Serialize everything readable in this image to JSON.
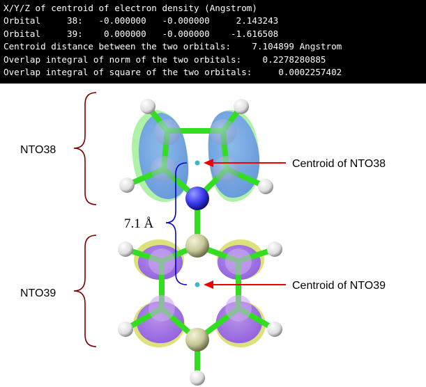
{
  "terminal": {
    "lines": [
      "X/Y/Z of centroid of electron density (Angstrom)",
      "Orbital     38:   -0.000000   -0.000000     2.143243",
      "Orbital     39:    0.000000   -0.000000    -1.616508",
      "Centroid distance between the two orbitals:    7.104899 Angstrom",
      "Overlap integral of norm of the two orbitals:    0.2278280885",
      "Overlap integral of square of the two orbitals:     0.0002257402"
    ]
  },
  "labels": {
    "nto38": "NTO38",
    "nto39": "NTO39",
    "distance": "7.1 Å",
    "centroid38": "Centroid of NTO38",
    "centroid39": "Centroid of NTO39"
  },
  "colors": {
    "bond": "#33dd22",
    "hydrogen": "#f2f2f2",
    "nitrogen": "#3a3aee",
    "carbon": "#c8c89a",
    "nto38_lobe_blue": "#7aaef0",
    "nto38_lobe_green": "#a6ef9c",
    "nto39_lobe_purple": "#a070ee",
    "nto39_lobe_yellow": "#d8e070",
    "centroid_marker": "#3ab8c8",
    "arrow": "#ee0000",
    "brace_dark_red": "#7a0000",
    "brace_blue": "#0000cc"
  }
}
